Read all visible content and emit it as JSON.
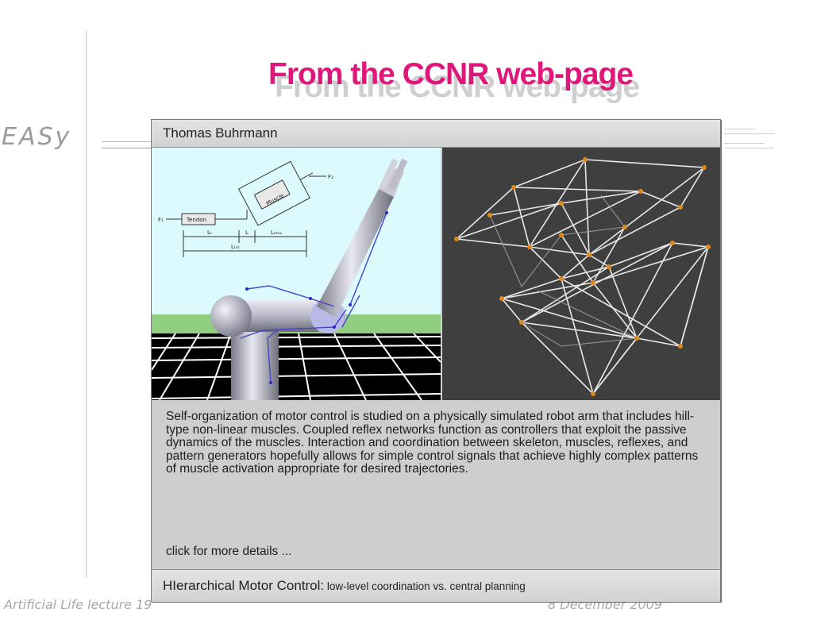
{
  "slide": {
    "title": "From the CCNR web-page",
    "logo": "EASy",
    "footer_left": "Artificial Life lecture 19",
    "footer_right": "8 December 2009"
  },
  "panel": {
    "header_name": "Thomas Buhrmann",
    "diagram_labels": {
      "tendon": "Tendon",
      "muscle": "Muscle",
      "f1": "F₁",
      "f2": "F₂",
      "lt": "Lₜ",
      "l": "L",
      "lmax": "Lₘₐₓ",
      "ltot": "Lₜₒₜ"
    },
    "description": "Self-organization of motor control is studied on a physically simulated robot arm that includes hill-type non-linear muscles. Coupled reflex networks function as controllers that exploit the passive dynamics of the muscles. Interaction and coordination between skeleton, muscles, reflexes, and pattern generators hopefully allows for simple control signals that achieve highly complex patterns of muscle activation  appropriate for desired trajectories.",
    "more_link": "click for more details ...",
    "footer_title": "HIerarchical Motor Control:",
    "footer_subtitle": " low-level coordination vs. central planning"
  },
  "colors": {
    "title": "#e0177a",
    "panel_bg": "#cecece",
    "sky": "#dcfafd",
    "ground": "#8fcf7f",
    "mesh_bg": "#3f3f3f",
    "node": "#e08a1c"
  }
}
